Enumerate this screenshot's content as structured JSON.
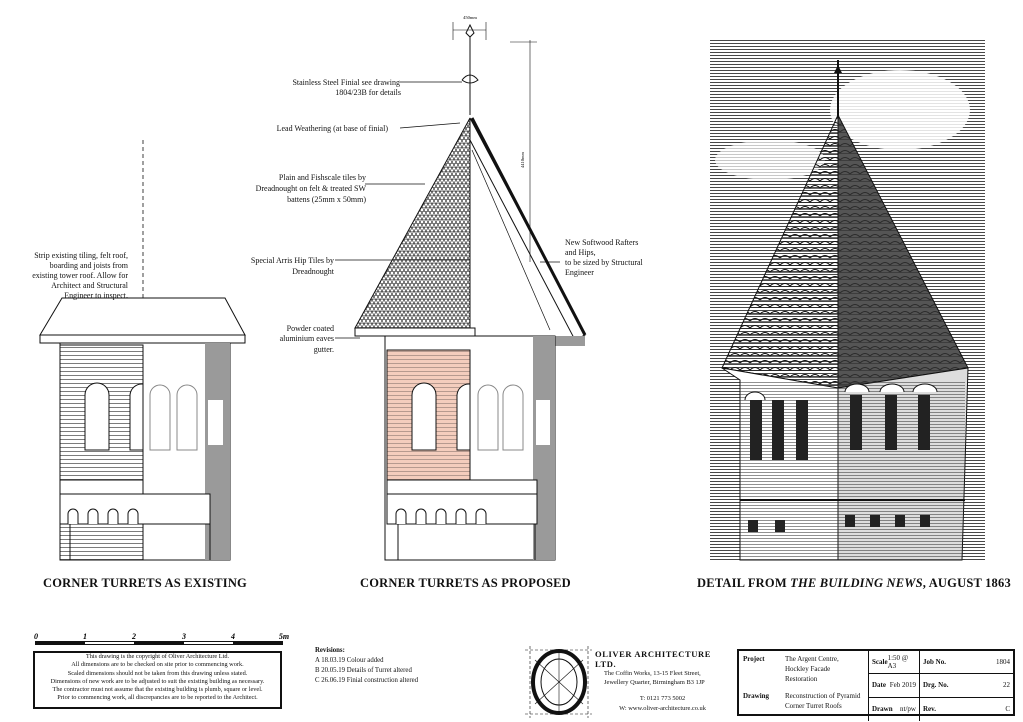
{
  "annotations": {
    "dim_top": "450mm",
    "dim_height": "4410mm",
    "finial": [
      "Stainless Steel Finial see drawing",
      "1804/23B for details"
    ],
    "lead": "Lead Weathering (at base of finial)",
    "tiles": [
      "Plain and Fishscale tiles by",
      "Dreadnought on felt & treated SW",
      "battens (25mm x 50mm)"
    ],
    "hip": [
      "Special Arris Hip Tiles by",
      "Dreadnought"
    ],
    "gutter": [
      "Powder coated",
      "aluminium eaves",
      "gutter."
    ],
    "rafters": [
      "New Softwood Rafters",
      "and Hips,",
      "to be sized by Structural",
      "Engineer"
    ],
    "strip": [
      "Strip existing tiling, felt roof,",
      "boarding and joists from",
      "existing tower roof. Allow for",
      "Architect and Structural",
      "Engineer to inspect."
    ]
  },
  "captions": {
    "existing": "CORNER TURRETS AS EXISTING",
    "proposed": "CORNER TURRETS AS PROPOSED",
    "detail_prefix": "DETAIL FROM ",
    "detail_italic": "THE BUILDING NEWS",
    "detail_suffix": ", AUGUST 1863"
  },
  "scale_bar": {
    "ticks": [
      "0",
      "1",
      "2",
      "3",
      "4",
      "5m"
    ]
  },
  "notes": [
    "This drawing is the copyright of Oliver Architecture Ltd.",
    "All dimensions are to be checked on site prior to commencing work.",
    "Scaled dimensions should not be taken from this drawing unless stated.",
    "Dimensions of new work are to be adjusted to suit the existing building as necessary.",
    "The contractor must not assume that the existing building is plumb, square or level.",
    "Prior to commencing work, all discrepancies are to be reported to the Architect."
  ],
  "revisions": {
    "title": "Revisions:",
    "items": [
      "A 18.03.19 Colour added",
      "B 20.05.19 Details of Turret altered",
      "C 26.06.19 Finial construction altered"
    ]
  },
  "firm": {
    "name": "OLIVER  ARCHITECTURE  LTD.",
    "address1": "The Coffin Works, 13-15 Fleet Street,",
    "address2": "Jewellery Quarter, Birmingham B3 1JP",
    "phone": "T:  0121 773 5002",
    "web": "W:  www.oliver-architecture.co.uk"
  },
  "title_block": {
    "project_label": "Project",
    "project": "The Argent Centre, Hockley Facade Restoration",
    "drawing_label": "Drawing",
    "drawing": "Reconstruction of Pyramid Corner Turret Roofs",
    "scale_label": "Scale",
    "scale": "1:50 @ A3",
    "date_label": "Date",
    "date": "Feb 2019",
    "drawn_label": "Drawn",
    "drawn": "nt/pw",
    "job_label": "Job No.",
    "job": "1804",
    "drg_label": "Drg. No.",
    "drg": "22",
    "rev_label": "Rev.",
    "rev": "C"
  },
  "colors": {
    "line": "#111111",
    "brick_tint": "#f4cdbd",
    "shade": "#9a9a9a"
  }
}
